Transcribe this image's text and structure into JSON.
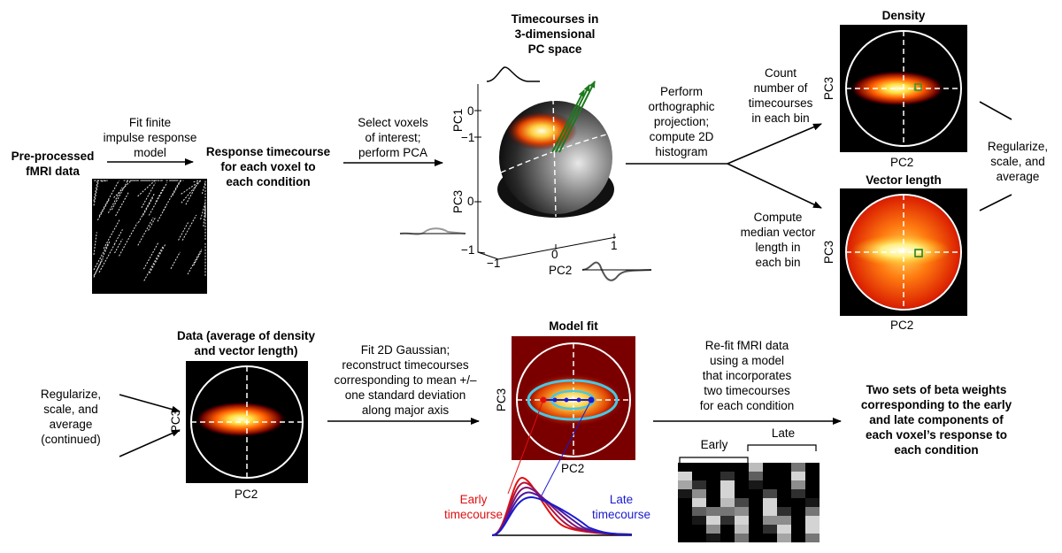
{
  "top": {
    "preprocessed": "Pre-processed\nfMRI data",
    "fir_step": "Fit finite\nimpulse response\nmodel",
    "response": "Response timecourse\nfor each voxel to\neach condition",
    "pca_step": "Select voxels\nof interest;\nperform PCA",
    "pc_space_title": "Timecourses in\n3-dimensional\nPC space",
    "projection_step": "Perform\northographic\nprojection;\ncompute 2D\nhistogram",
    "count_step": "Count\nnumber of\ntimecourses\nin each bin",
    "median_step": "Compute\nmedian vector\nlength in\neach bin",
    "density_title": "Density",
    "vector_title": "Vector length",
    "regularize": "Regularize,\nscale, and\naverage"
  },
  "axes": {
    "pc1": "PC1",
    "pc2": "PC2",
    "pc3": "PC3",
    "ticks": {
      "pc1_zero": "0",
      "pc1_neg": "−1",
      "pc3_zero": "0",
      "pc3_neg": "−1",
      "pc2_neg": "−1",
      "pc2_zero": "0",
      "pc2_pos": "1"
    }
  },
  "bottom": {
    "regularize_cont": "Regularize,\nscale, and\naverage\n(continued)",
    "data_title": "Data (average of density\nand vector length)",
    "gauss_step": "Fit 2D Gaussian;\nreconstruct timecourses\ncorresponding to mean +/–\none standard deviation\nalong major axis",
    "model_title": "Model fit",
    "refit_step": "Re-fit fMRI data\nusing a model\nthat incorporates\ntwo timecourses\nfor each condition",
    "result": "Two sets of beta weights\ncorresponding to the early\nand late components of\neach voxel’s response to\neach condition",
    "early_tc": "Early\ntimecourse",
    "late_tc": "Late\ntimecourse",
    "early": "Early",
    "late": "Late"
  },
  "colors": {
    "early": "#e01010",
    "late": "#1a1ad0",
    "arrow_green": "#1e7a1e",
    "ellipse": "#46c8e6"
  }
}
